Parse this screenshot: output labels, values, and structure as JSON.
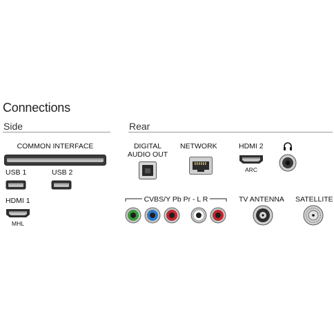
{
  "title": "Connections",
  "side": {
    "heading": "Side",
    "common_interface": "COMMON INTERFACE",
    "usb1": "USB 1",
    "usb2": "USB 2",
    "hdmi1": "HDMI 1",
    "hdmi1_sub": "MHL"
  },
  "rear": {
    "heading": "Rear",
    "digital_audio_out_line1": "DIGITAL",
    "digital_audio_out_line2": "AUDIO OUT",
    "network": "NETWORK",
    "hdmi2": "HDMI 2",
    "hdmi2_sub": "ARC",
    "cvbs": "CVBS/Y Pb Pr - L R",
    "tv_antenna": "TV ANTENNA",
    "satellite": "SATELLITE"
  },
  "colors": {
    "rca_green": "#3a9a3a",
    "rca_blue": "#2c7ac7",
    "rca_red": "#c0262d",
    "rca_white": "#ffffff"
  },
  "icons": [
    "headphone-icon"
  ]
}
